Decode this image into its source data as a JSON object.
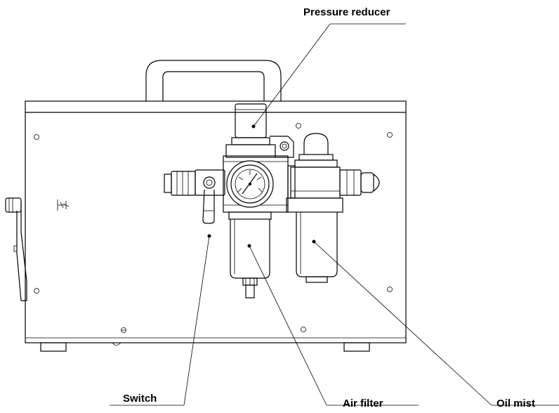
{
  "labels": {
    "pressure_reducer": "Pressure reducer",
    "switch": "Switch",
    "air_filter": "Air filter",
    "oil_mist": "Oil mist"
  }
}
